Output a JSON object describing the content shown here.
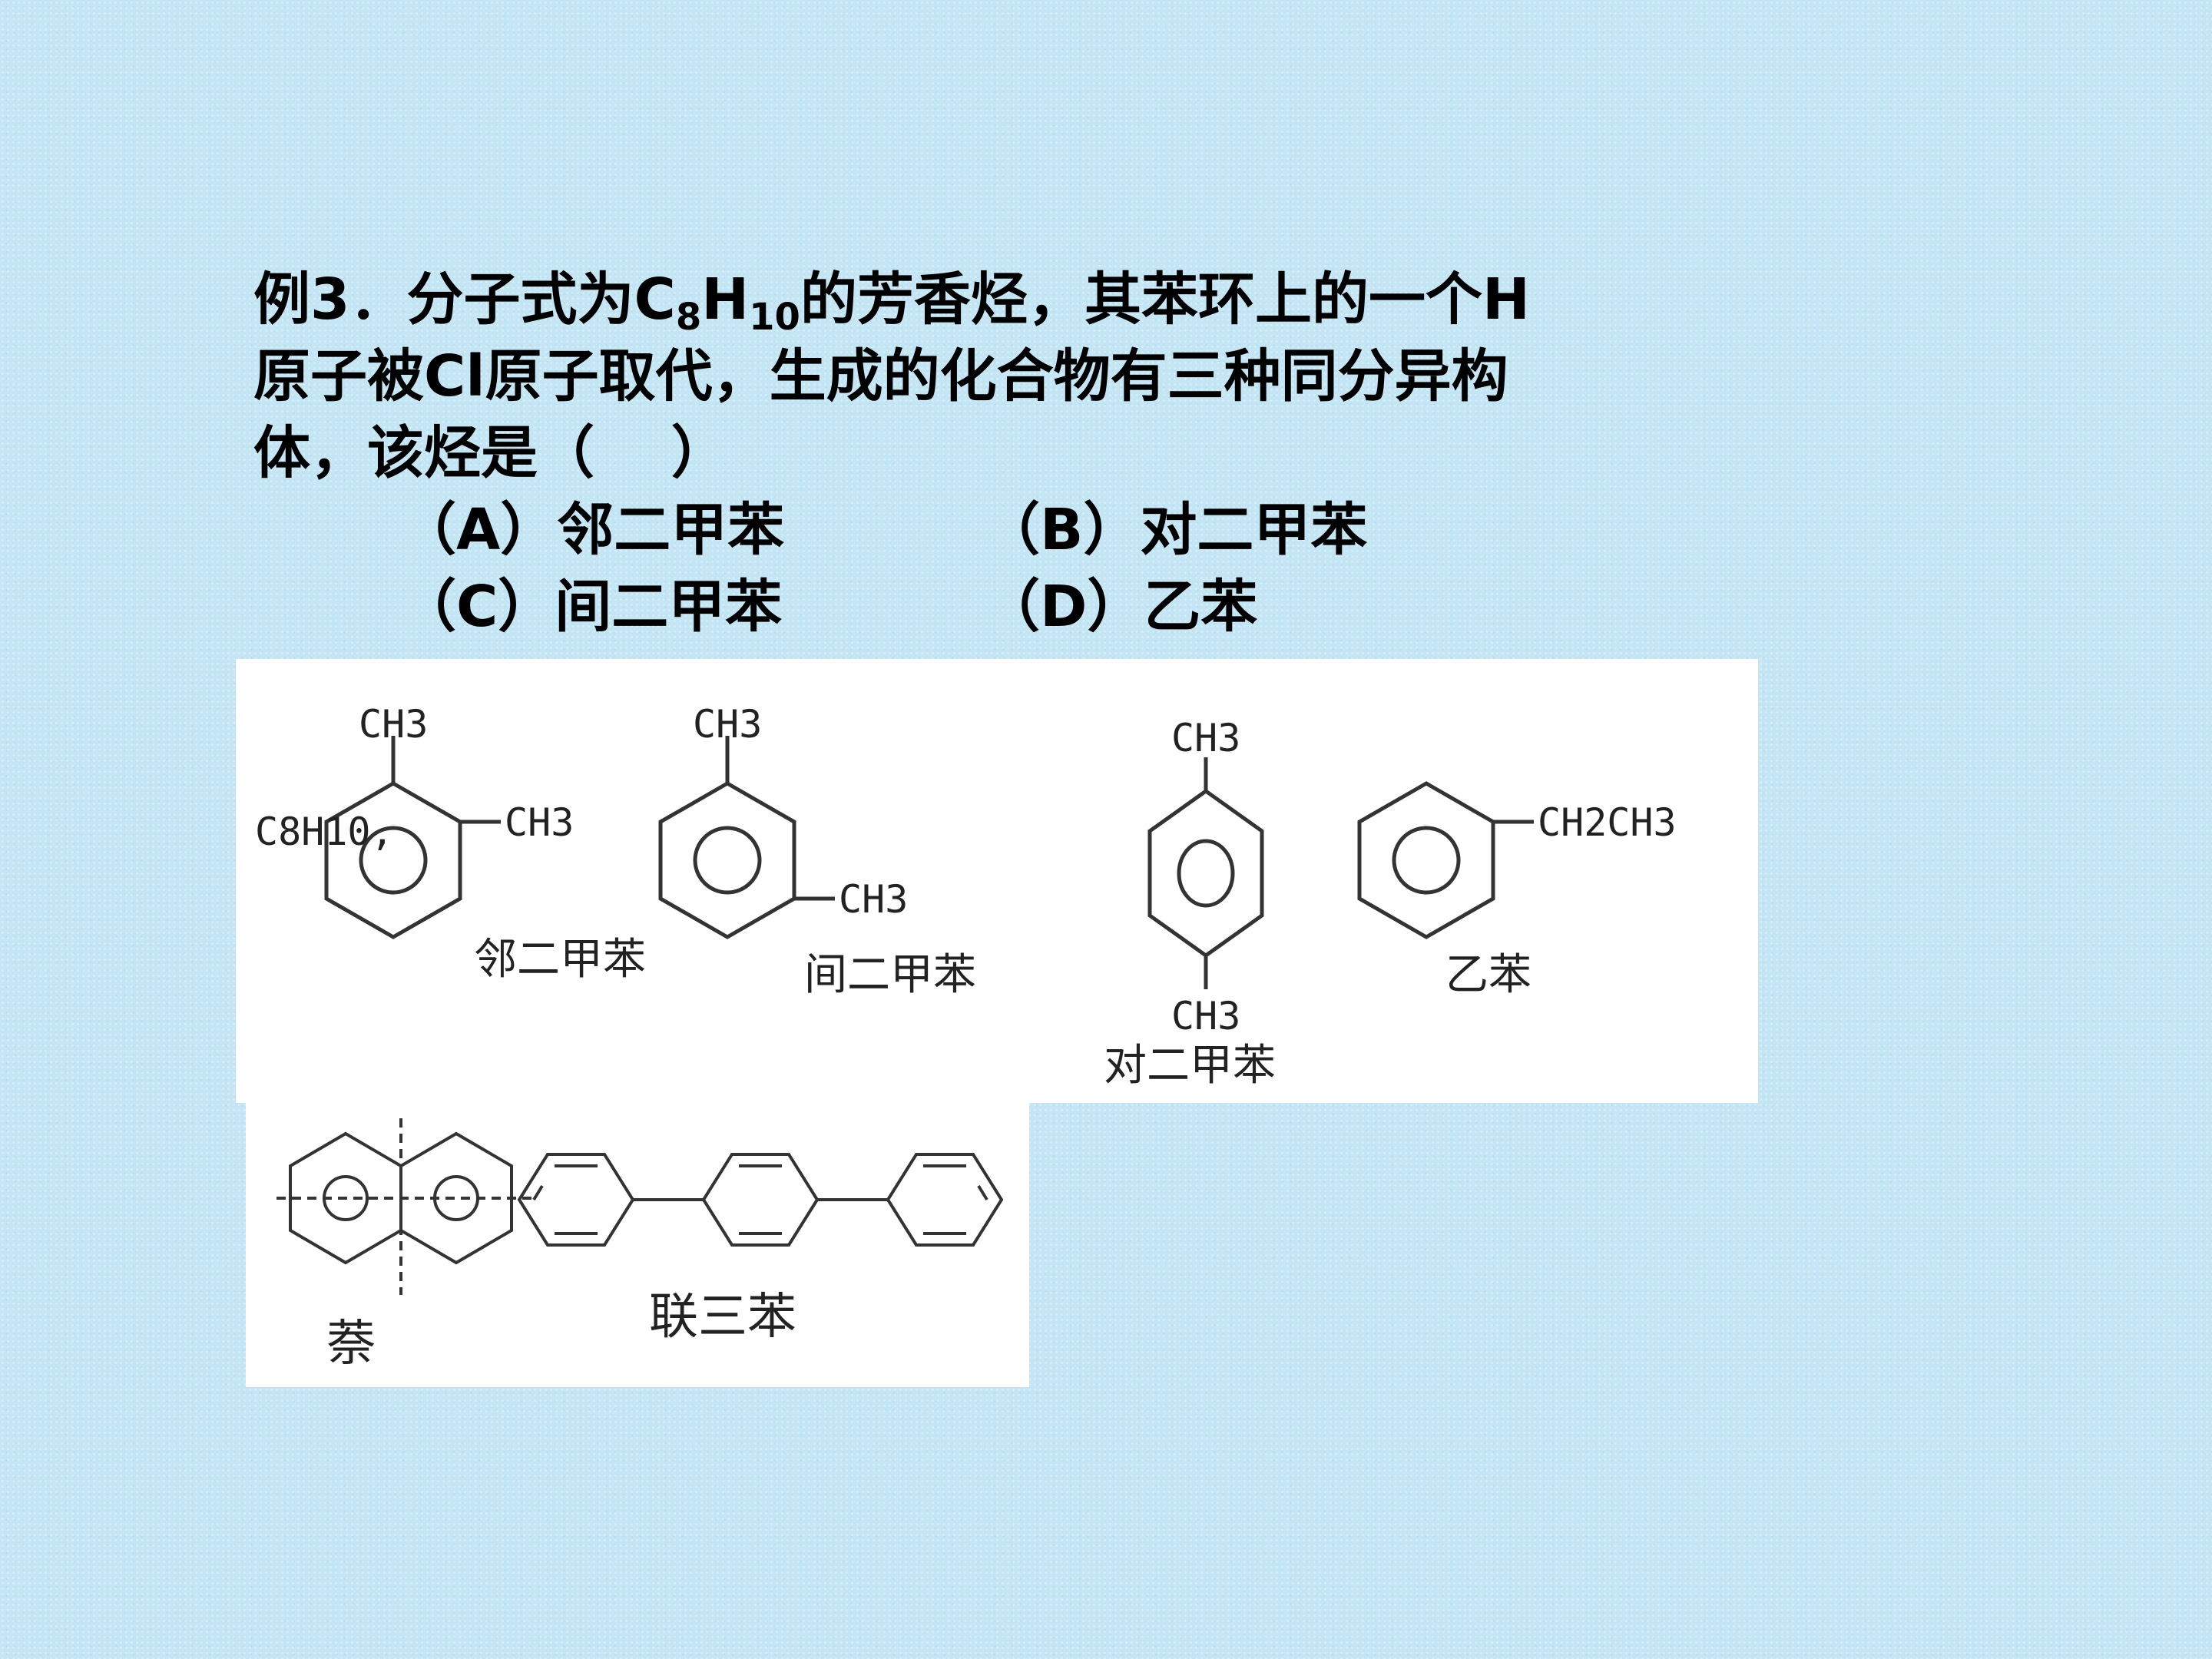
{
  "question": {
    "prefix": "例3．分子式为",
    "formula_C": "C",
    "formula_C_sub": "8",
    "formula_H": "H",
    "formula_H_sub": "10",
    "line1_rest": "的芳香烃，其苯环上的一个H",
    "line2": "原子被Cl原子取代，生成的化合物有三种同分异构",
    "line3": "体，该烃是（　 ）"
  },
  "options": {
    "A": "（A）邻二甲苯",
    "B": "（B）对二甲苯",
    "C": "（C）间二甲苯",
    "D": "（D）乙苯"
  },
  "figure1": {
    "formula_label": "C8H10,",
    "ortho": {
      "sub1": "CH3",
      "sub2": "CH3",
      "name": "邻二甲苯"
    },
    "meta": {
      "sub1": "CH3",
      "sub2": "CH3",
      "name": "间二甲苯"
    },
    "para": {
      "sub1": "CH3",
      "sub2": "CH3",
      "name": "对二甲苯"
    },
    "ethyl": {
      "sub1": "CH2CH3",
      "name": "乙苯"
    }
  },
  "figure2": {
    "naphthalene_name": "萘",
    "terphenyl_name": "联三苯"
  }
}
